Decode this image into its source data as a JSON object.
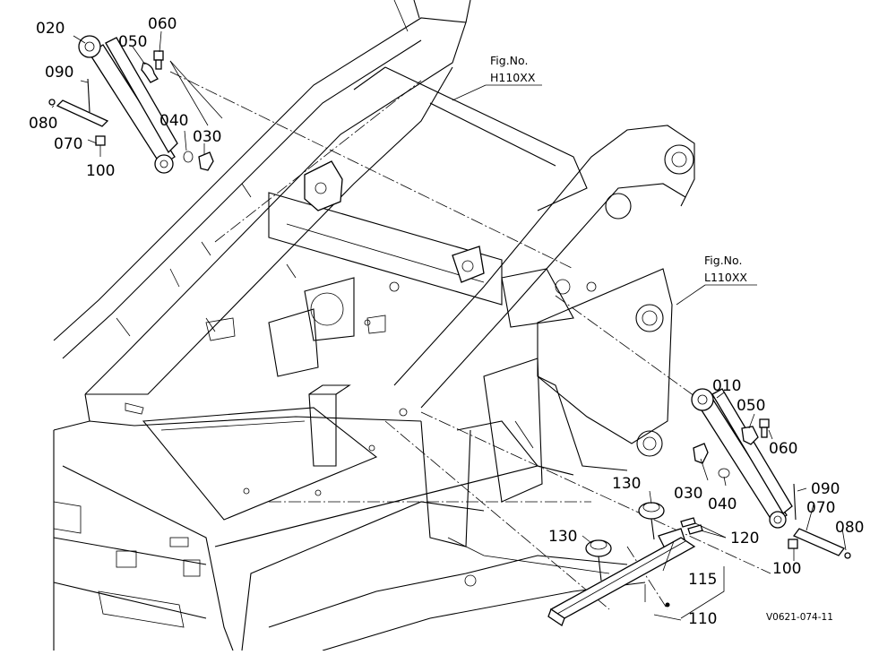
{
  "diagram": {
    "fig_labels": [
      {
        "line1": "Fig.No.",
        "line2": "H110XX"
      },
      {
        "line1": "Fig.No.",
        "line2": "L110XX"
      }
    ],
    "part_numbers": {
      "left_cylinder": "020",
      "left_elbow_top": "050",
      "left_bolt_top": "060",
      "left_bolt": "090",
      "left_grease": "080",
      "left_pin": "070",
      "left_oring": "040",
      "left_elbow_bottom": "030",
      "left_cap": "100",
      "right_cylinder": "010",
      "right_elbow_top": "050",
      "right_bolt_top": "060",
      "right_elbow_bottom": "030",
      "right_oring": "040",
      "right_bolt": "090",
      "right_pin": "070",
      "right_grease": "080",
      "right_cap": "100",
      "knob_upper": "130",
      "knob_lower": "130",
      "clips": "120",
      "bracket": "115",
      "rail": "110"
    },
    "drawing_code": "V0621-074-11"
  }
}
